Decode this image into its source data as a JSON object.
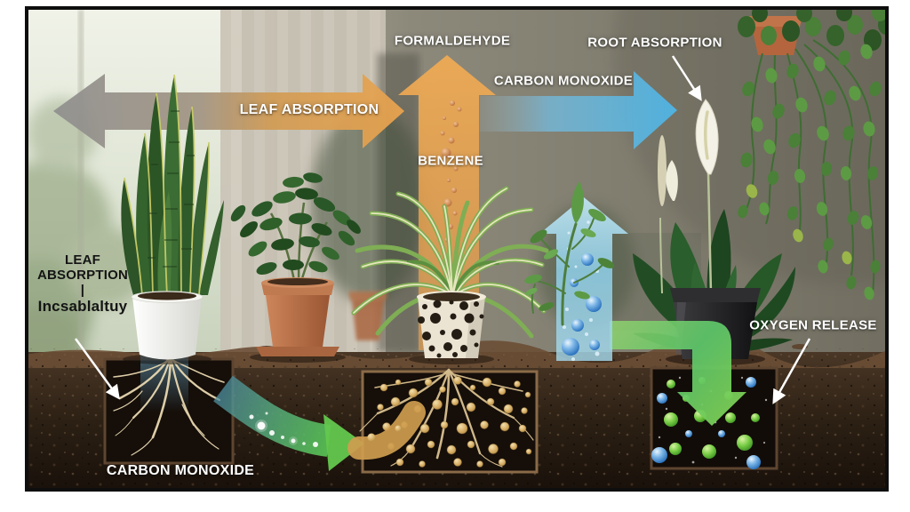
{
  "labels": {
    "formaldehyde": "FORMALDEHYDE",
    "root_absorption": "ROOT ABSORPTION",
    "leaf_absorption": "LEAF ABSORPTION",
    "carbon_monoxide_top": "CARBON MONOXIDE",
    "benzene": "BENZENE",
    "oxygen_release": "OXYGEN RELEASE",
    "carbon_monoxide_bottom": "CARBON MONOXIDE",
    "left_note": {
      "line1": "LEAF",
      "line2": "ABSORPTION",
      "line3": "|",
      "line4": "Incsablaltuy"
    }
  },
  "colors": {
    "arrow_gray": "#8f8f8f",
    "arrow_orange": "#e8a44f",
    "arrow_blue": "#55b4e0",
    "arrow_green": "#5ec76a",
    "label_white": "#ffffff",
    "label_black": "#151515",
    "soil_brown": "#352619",
    "root_tan": "#e4d0a4",
    "bubble_gold": "#c9a45c",
    "bubble_green": "#53b831",
    "bubble_blue": "#3f85d6",
    "frame_border": "#0e0e0e"
  }
}
